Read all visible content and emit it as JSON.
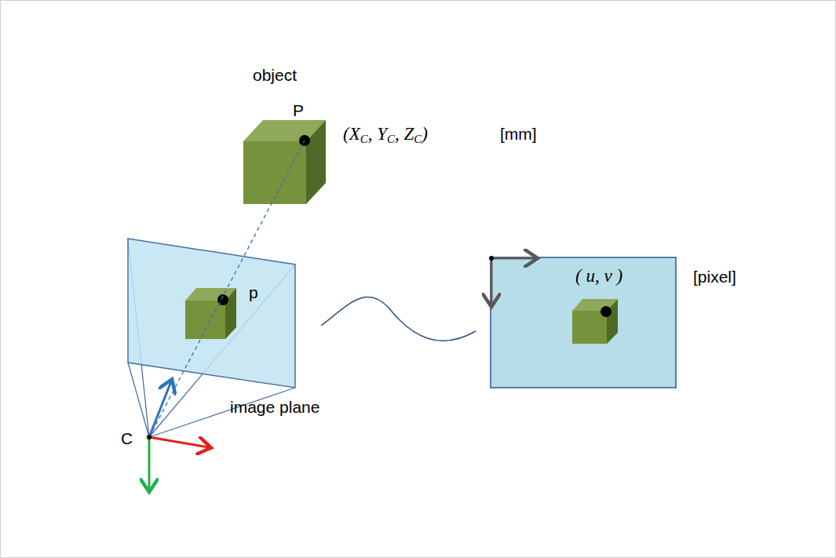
{
  "diagram": {
    "labels": [
      "object",
      "P",
      "(XC, YC, ZC)",
      "[mm]",
      "p",
      "image plane",
      "C",
      "( u, v )",
      "[pixel]"
    ]
  }
}
